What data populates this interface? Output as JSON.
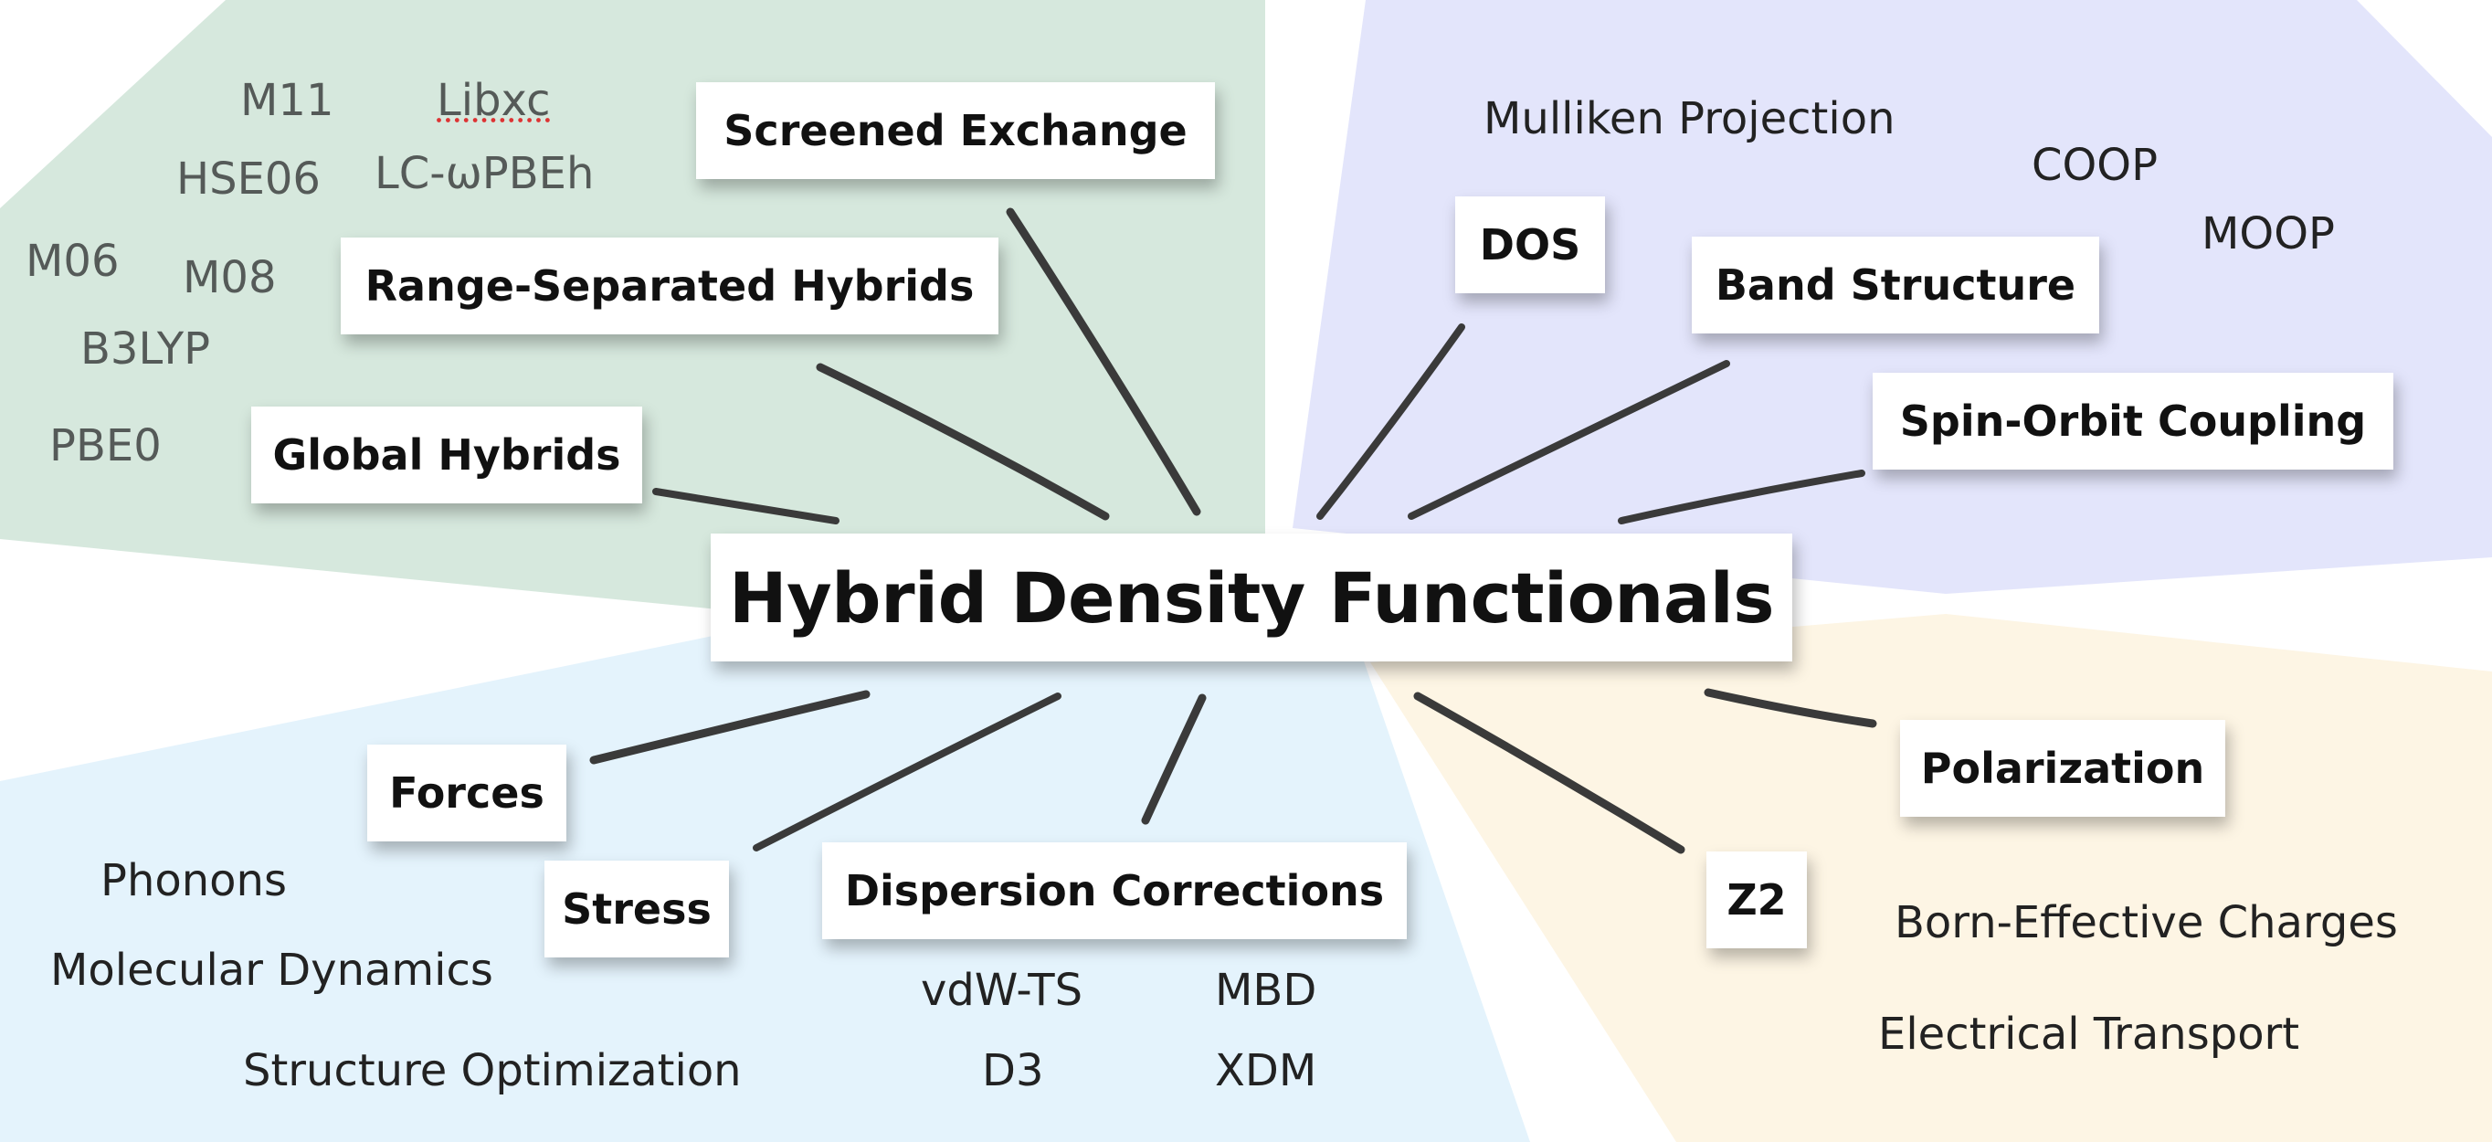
{
  "central_topic": "Hybrid Density Functionals",
  "colors": {
    "green_region": "#d6e8dd",
    "purple_region": "#e3e5fb",
    "lightblue_region": "#e4f3fc",
    "yellow_region": "#fdf5e4",
    "connector": "#3a3a3a",
    "card": "#ffffff",
    "text": "#111111"
  },
  "branches": {
    "functionals": {
      "topics": [
        "Screened Exchange",
        "Range-Separated Hybrids",
        "Global Hybrids"
      ],
      "leaves": [
        "M11",
        "Libxc",
        "HSE06",
        "LC-ωPBEh",
        "M06",
        "M08",
        "B3LYP",
        "PBE0"
      ]
    },
    "electronic_structure": {
      "topics": [
        "DOS",
        "Band Structure",
        "Spin-Orbit Coupling"
      ],
      "leaves": [
        "Mulliken Projection",
        "COOP",
        "MOOP"
      ]
    },
    "mechanics": {
      "topics": [
        "Forces",
        "Stress",
        "Dispersion Corrections"
      ],
      "leaves": [
        "Phonons",
        "Molecular Dynamics",
        "Structure Optimization",
        "vdW-TS",
        "MBD",
        "D3",
        "XDM"
      ]
    },
    "response": {
      "topics": [
        "Polarization",
        "Z2"
      ],
      "leaves": [
        "Born-Effective Charges",
        "Electrical Transport"
      ]
    }
  }
}
